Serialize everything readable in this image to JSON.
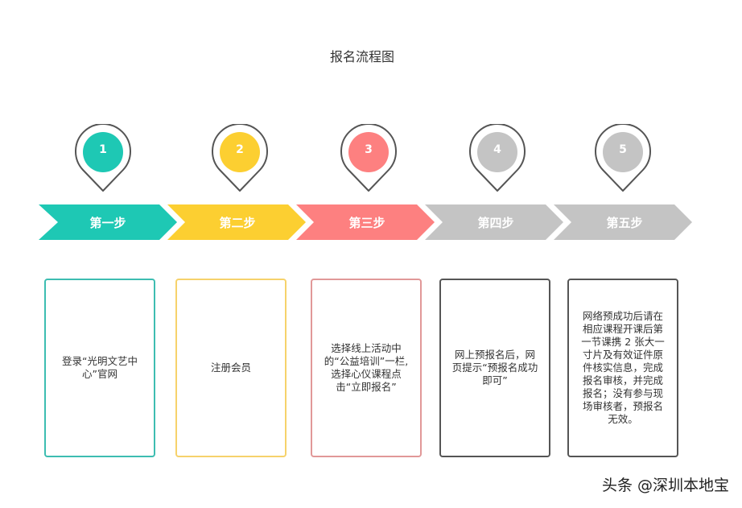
{
  "title": "报名流程图",
  "colors": {
    "step1": "#1ec8b4",
    "step2": "#fccf31",
    "step3": "#fd8080",
    "step4": "#c4c4c4",
    "step5": "#c4c4c4",
    "pin_outline": "#555555"
  },
  "steps": [
    {
      "number": "1",
      "label": "第一步",
      "text": "登录“光明文艺中心”官网"
    },
    {
      "number": "2",
      "label": "第二步",
      "text": "注册会员"
    },
    {
      "number": "3",
      "label": "第三步",
      "text": "选择线上活动中的“公益培训”一栏,选择心仪课程点击“立即报名”"
    },
    {
      "number": "4",
      "label": "第四步",
      "text": "网上预报名后，网页提示“预报名成功即可”"
    },
    {
      "number": "5",
      "label": "第五步",
      "text": "网络预成功后请在相应课程开课后第一节课携 2 张大一寸片及有效证件原件核实信息，完成报名审核，并完成报名；没有参与现场审核者，预报名无效。"
    }
  ],
  "watermark": "头条 @深圳本地宝"
}
